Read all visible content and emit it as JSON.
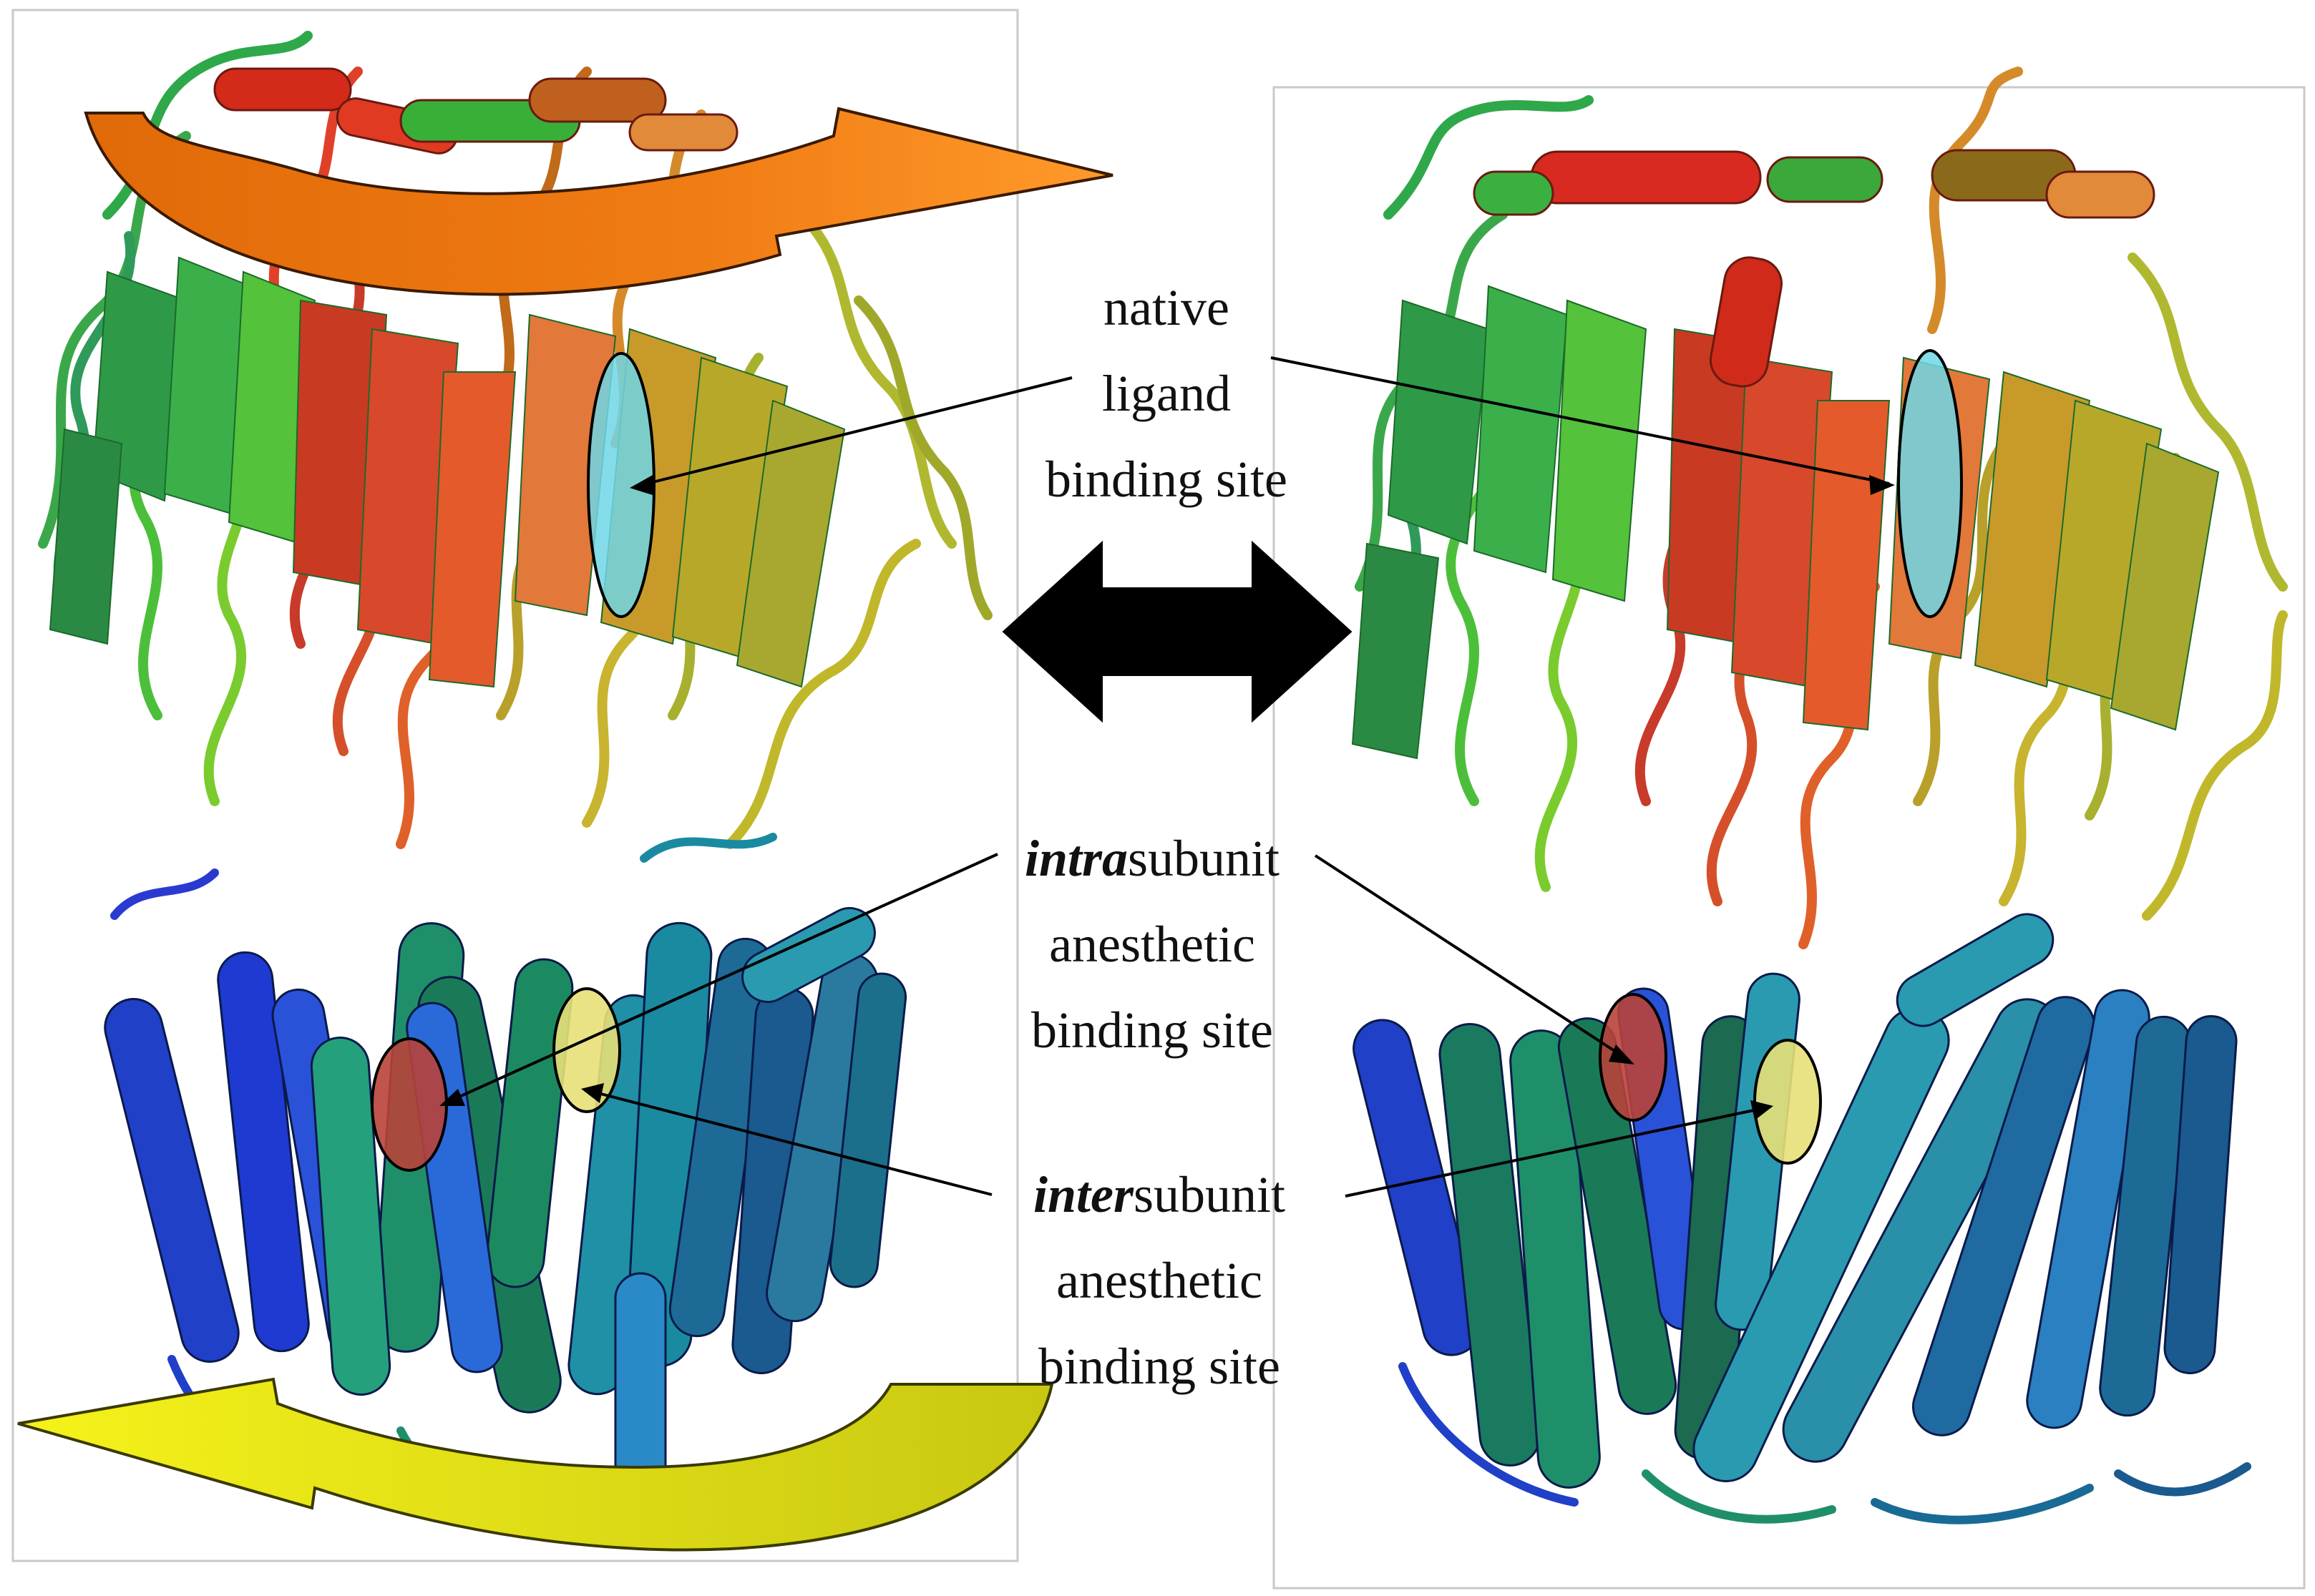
{
  "labels": {
    "native": {
      "line1": "native",
      "line2": "ligand",
      "line3": "binding site"
    },
    "intra": {
      "prefix": "intra",
      "suffix": "subunit",
      "line2": "anesthetic",
      "line3": "binding site"
    },
    "inter": {
      "prefix": "inter",
      "suffix": "subunit",
      "line2": "anesthetic",
      "line3": "binding site"
    }
  },
  "colors": {
    "native_site": "#6fd6e6",
    "intra_site": "#b8433a",
    "inter_site": "#e8e078",
    "rotation_top": "#f27a10",
    "rotation_bottom": "#e8e61a",
    "transition_arrow": "#000000"
  }
}
